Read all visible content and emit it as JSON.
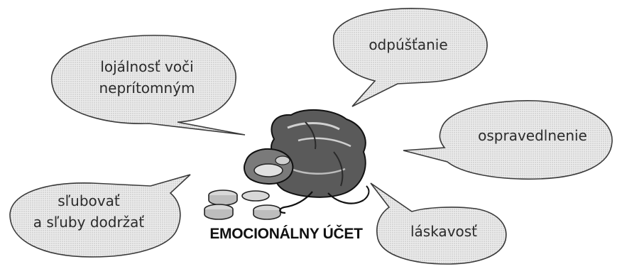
{
  "bubbles": {
    "loyalty": {
      "line1": "lojálnosť voči",
      "line2": "neprítomným"
    },
    "forgiveness": {
      "text": "odpúšťanie"
    },
    "apology": {
      "text": "ospravedlnenie"
    },
    "promises": {
      "line1": "sľubovať",
      "line2": "a sľuby dodržať"
    },
    "kindness": {
      "text": "láskavosť"
    }
  },
  "center": {
    "label": "EMOCIONÁLNY ÚČET",
    "image": "money-bag-with-coins"
  },
  "colors": {
    "bubble_fill": "#e6e6e6",
    "bubble_stroke": "#3a3a3a",
    "text": "#2b2b2b"
  }
}
